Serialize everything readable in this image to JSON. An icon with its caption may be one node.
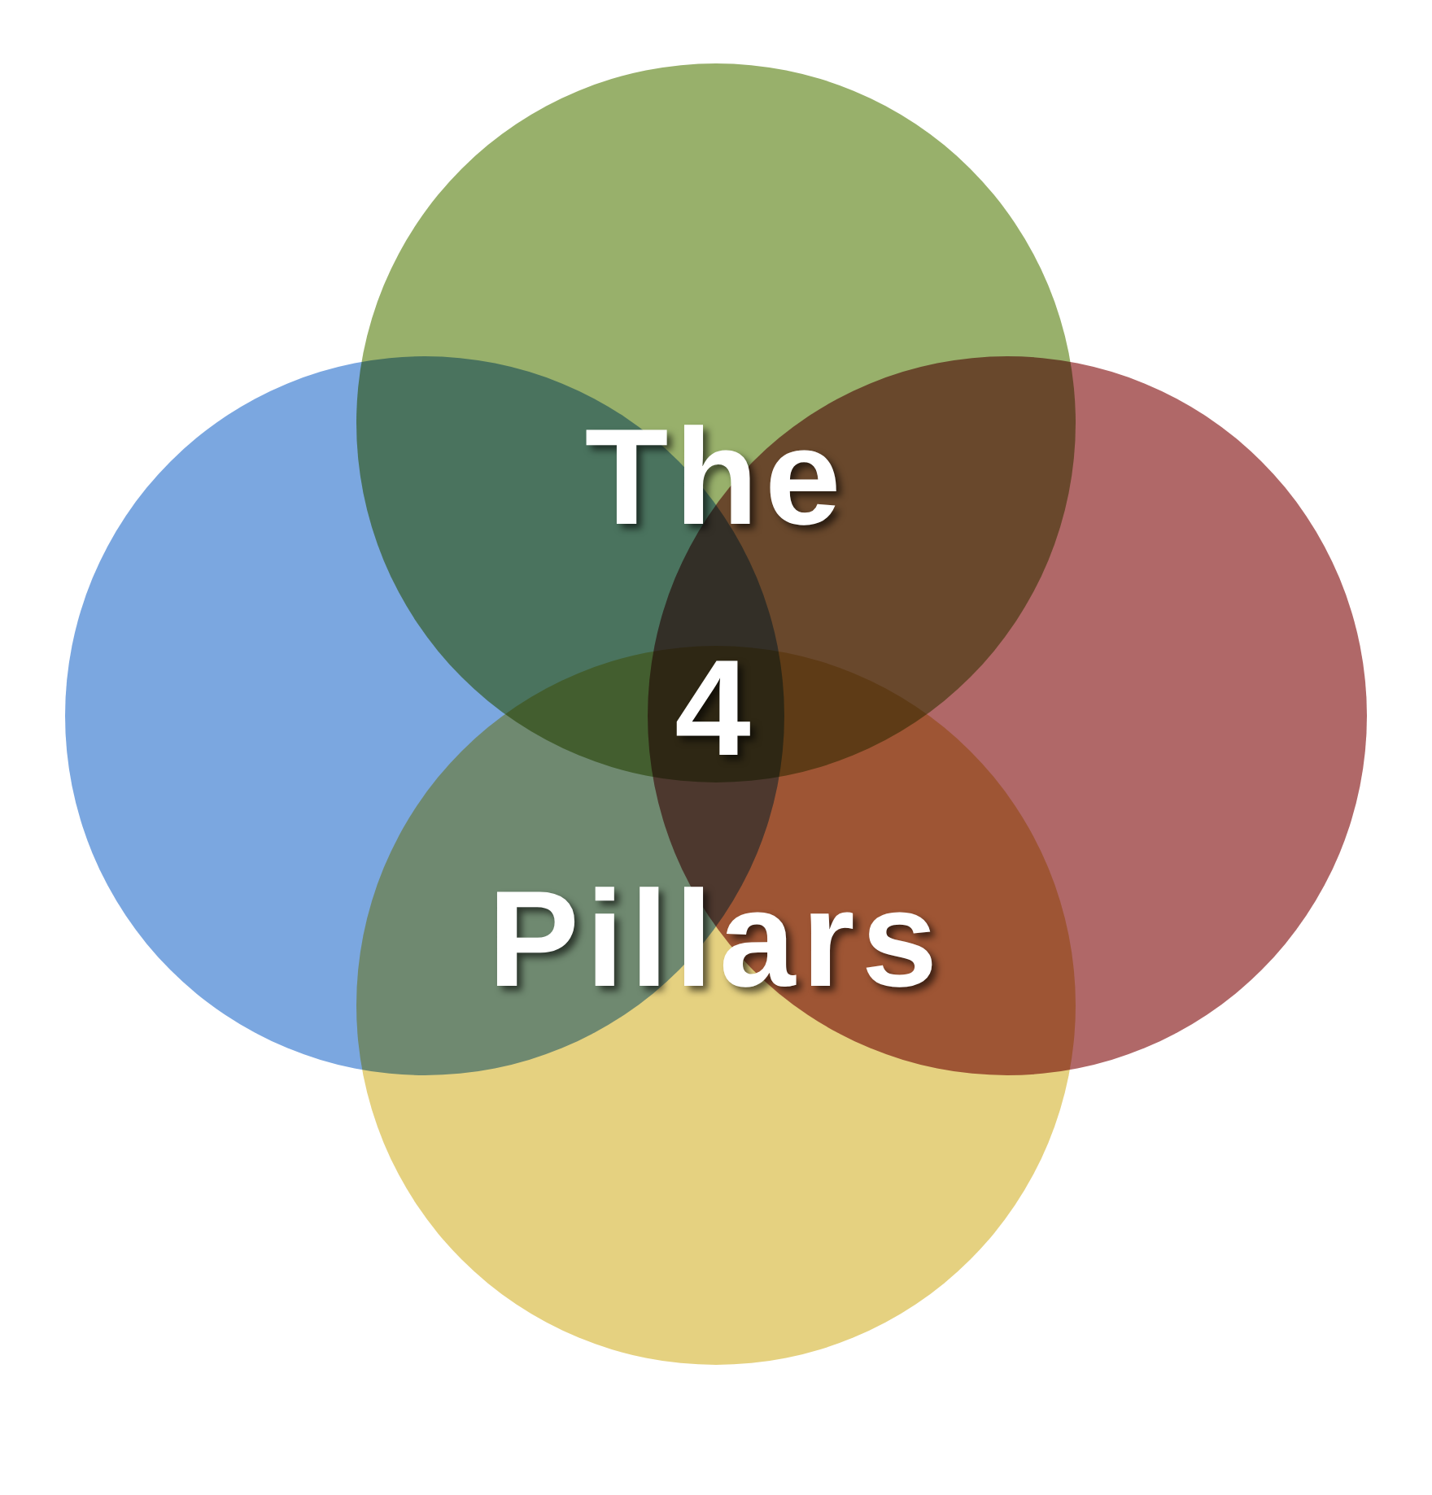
{
  "diagram": {
    "title": "The 4 Pillars",
    "nodes": [
      {
        "text": [],
        "shape": "circle"
      },
      {
        "text": [],
        "shape": "circle"
      },
      {
        "text": [],
        "shape": "circle"
      },
      {
        "text": [],
        "shape": "circle"
      }
    ]
  }
}
